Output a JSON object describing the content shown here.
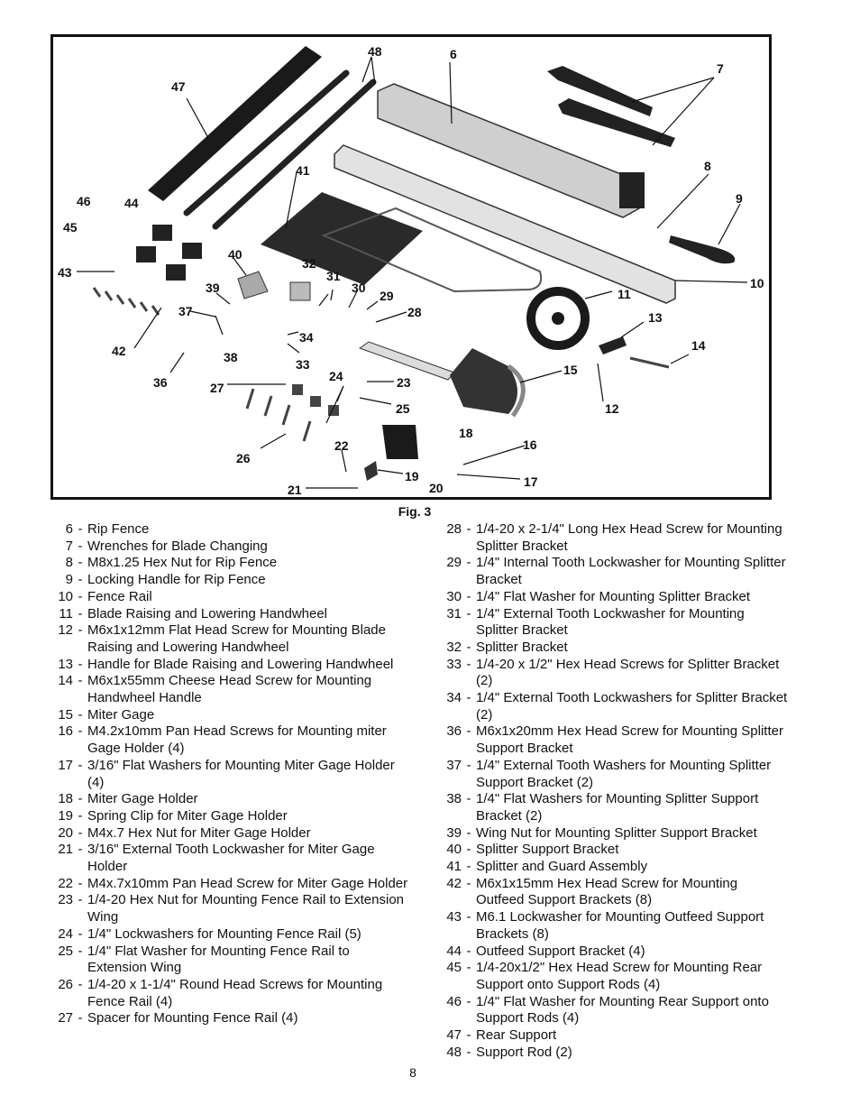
{
  "figure": {
    "caption": "Fig. 3",
    "callouts": [
      "6",
      "7",
      "8",
      "9",
      "10",
      "11",
      "12",
      "13",
      "14",
      "15",
      "16",
      "17",
      "18",
      "19",
      "20",
      "21",
      "22",
      "23",
      "24",
      "25",
      "26",
      "27",
      "28",
      "29",
      "30",
      "31",
      "32",
      "33",
      "34",
      "36",
      "37",
      "38",
      "39",
      "40",
      "41",
      "42",
      "43",
      "44",
      "45",
      "46",
      "47",
      "48"
    ]
  },
  "parts_left": [
    {
      "num": "6",
      "desc": "Rip Fence"
    },
    {
      "num": "7",
      "desc": "Wrenches for Blade Changing"
    },
    {
      "num": "8",
      "desc": "M8x1.25 Hex Nut for Rip Fence"
    },
    {
      "num": "9",
      "desc": "Locking Handle for Rip Fence"
    },
    {
      "num": "10",
      "desc": "Fence Rail"
    },
    {
      "num": "11",
      "desc": "Blade Raising and Lowering Handwheel"
    },
    {
      "num": "12",
      "desc": "M6x1x12mm Flat Head Screw for Mounting Blade Raising and Lowering Handwheel"
    },
    {
      "num": "13",
      "desc": "Handle for Blade Raising and Lowering Handwheel"
    },
    {
      "num": "14",
      "desc": "M6x1x55mm Cheese Head Screw for Mounting Handwheel Handle"
    },
    {
      "num": "15",
      "desc": "Miter Gage"
    },
    {
      "num": "16",
      "desc": "M4.2x10mm Pan Head Screws for Mounting miter Gage Holder (4)"
    },
    {
      "num": "17",
      "desc": "3/16\" Flat Washers for Mounting Miter Gage Holder (4)"
    },
    {
      "num": "18",
      "desc": "Miter Gage Holder"
    },
    {
      "num": "19",
      "desc": "Spring Clip for Miter Gage Holder"
    },
    {
      "num": "20",
      "desc": "M4x.7 Hex Nut for Miter Gage Holder"
    },
    {
      "num": "21",
      "desc": "3/16\" External Tooth Lockwasher for Miter Gage Holder"
    },
    {
      "num": "22",
      "desc": "M4x.7x10mm Pan Head Screw for Miter Gage Holder"
    },
    {
      "num": "23",
      "desc": "1/4-20 Hex Nut for Mounting Fence Rail to Extension Wing"
    },
    {
      "num": "24",
      "desc": "1/4\" Lockwashers for Mounting Fence Rail (5)"
    },
    {
      "num": "25",
      "desc": "1/4\" Flat Washer for Mounting Fence Rail to Extension Wing"
    },
    {
      "num": "26",
      "desc": "1/4-20 x 1-1/4\" Round Head Screws for Mounting Fence Rail (4)"
    },
    {
      "num": "27",
      "desc": "Spacer for Mounting Fence Rail (4)"
    }
  ],
  "parts_right": [
    {
      "num": "28",
      "desc": "1/4-20 x 2-1/4\" Long Hex Head Screw for Mounting Splitter Bracket"
    },
    {
      "num": "29",
      "desc": "1/4\" Internal Tooth Lockwasher for Mounting Splitter Bracket"
    },
    {
      "num": "30",
      "desc": "1/4\" Flat Washer for Mounting Splitter Bracket"
    },
    {
      "num": "31",
      "desc": "1/4\" External Tooth Lockwasher for Mounting Splitter Bracket"
    },
    {
      "num": "32",
      "desc": "Splitter Bracket"
    },
    {
      "num": "33",
      "desc": "1/4-20 x 1/2\" Hex Head Screws for Splitter Bracket (2)"
    },
    {
      "num": "34",
      "desc": "1/4\" External Tooth Lockwashers for Splitter Bracket (2)"
    },
    {
      "num": "36",
      "desc": "M6x1x20mm Hex Head Screw for Mounting Splitter Support Bracket"
    },
    {
      "num": "37",
      "desc": "1/4\" External Tooth Washers for Mounting Splitter Support Bracket (2)"
    },
    {
      "num": "38",
      "desc": "1/4\" Flat Washers for Mounting Splitter Support Bracket (2)"
    },
    {
      "num": "39",
      "desc": "Wing Nut for Mounting Splitter Support Bracket"
    },
    {
      "num": "40",
      "desc": "Splitter Support Bracket"
    },
    {
      "num": "41",
      "desc": "Splitter and Guard Assembly"
    },
    {
      "num": "42",
      "desc": "M6x1x15mm Hex Head Screw for Mounting Outfeed Support Brackets (8)"
    },
    {
      "num": "43",
      "desc": "M6.1 Lockwasher for Mounting Outfeed Support Brackets (8)"
    },
    {
      "num": "44",
      "desc": "Outfeed Support Bracket (4)"
    },
    {
      "num": "45",
      "desc": "1/4-20x1/2\" Hex Head Screw for Mounting Rear Support onto Support Rods (4)"
    },
    {
      "num": "46",
      "desc": "1/4\" Flat Washer for Mounting Rear Support onto Support Rods (4)"
    },
    {
      "num": "47",
      "desc": "Rear Support"
    },
    {
      "num": "48",
      "desc": "Support Rod (2)"
    }
  ],
  "page_number": "8"
}
